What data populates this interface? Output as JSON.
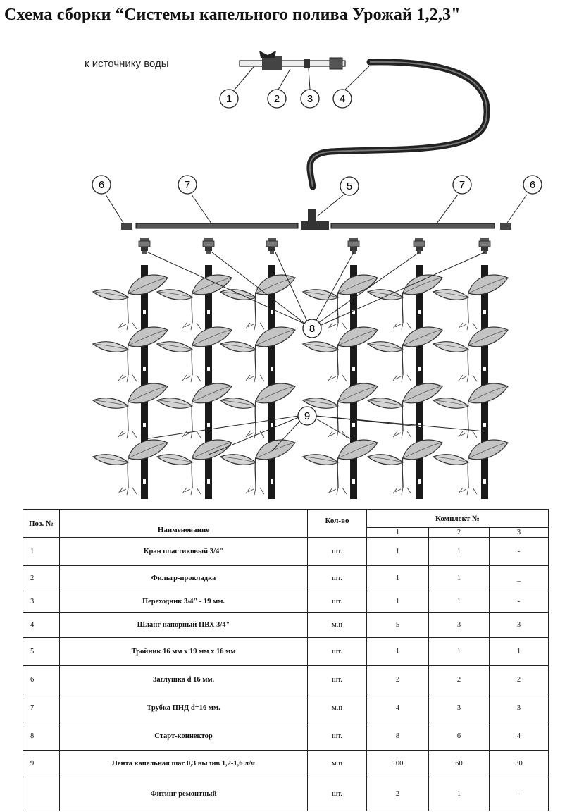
{
  "title": "Схема сборки  “Системы капельного полива Урожай 1,2,3\"",
  "diagram": {
    "source_label": "к источнику воды",
    "callouts": [
      "1",
      "2",
      "3",
      "4",
      "5",
      "6",
      "7",
      "8",
      "9"
    ]
  },
  "table": {
    "header": {
      "pos": "Поз. №",
      "name": "Наименование",
      "qty": "Кол-во",
      "kit": "Комплект №",
      "kits": [
        "1",
        "2",
        "3"
      ]
    },
    "rows": [
      {
        "pos": "1",
        "name": "Кран пластиковый  3/4\"",
        "unit": "шт.",
        "k1": "1",
        "k2": "1",
        "k3": "-"
      },
      {
        "pos": "2",
        "name": "Фильтр-прокладка",
        "unit": "шт.",
        "k1": "1",
        "k2": "1",
        "k3": "_"
      },
      {
        "pos": "3",
        "name": "Переходник 3/4\" - 19 мм.",
        "unit": "шт.",
        "k1": "1",
        "k2": "1",
        "k3": "-"
      },
      {
        "pos": "4",
        "name": "Шланг напорный ПВХ 3/4\"",
        "unit": "м.п",
        "k1": "5",
        "k2": "3",
        "k3": "3"
      },
      {
        "pos": "5",
        "name": "Тройник 16 мм х 19 мм х 16 мм",
        "unit": "шт.",
        "k1": "1",
        "k2": "1",
        "k3": "1"
      },
      {
        "pos": "6",
        "name": "Заглушка  d 16 мм.",
        "unit": "шт.",
        "k1": "2",
        "k2": "2",
        "k3": "2"
      },
      {
        "pos": "7",
        "name": "Трубка ПНД d=16 мм.",
        "unit": "м.п",
        "k1": "4",
        "k2": "3",
        "k3": "3"
      },
      {
        "pos": "8",
        "name": "Старт-коннектор",
        "unit": "шт.",
        "k1": "8",
        "k2": "6",
        "k3": "4"
      },
      {
        "pos": "9",
        "name": "Лента капельная шаг 0,3 вылив 1,2-1,6  л/ч",
        "unit": "м.п",
        "k1": "100",
        "k2": "60",
        "k3": "30"
      },
      {
        "pos": "",
        "name": "Фитинг ремонтный",
        "unit": "шт.",
        "k1": "2",
        "k2": "1",
        "k3": "-"
      }
    ]
  }
}
